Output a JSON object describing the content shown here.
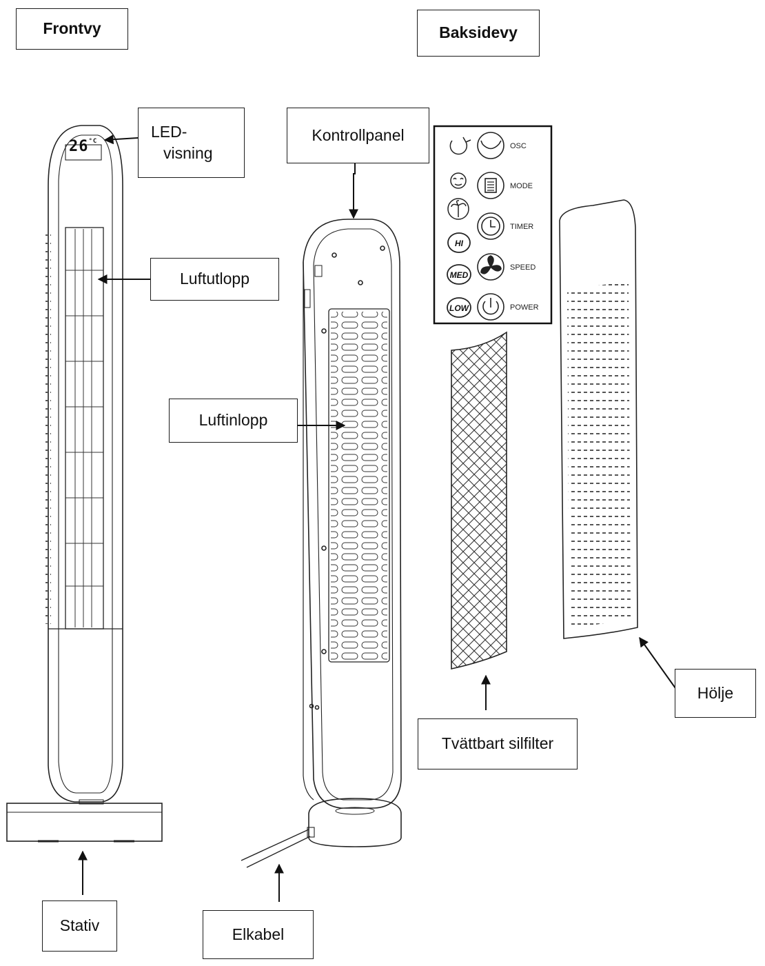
{
  "titles": {
    "front": "Frontvy",
    "back": "Baksidevy"
  },
  "labels": {
    "led_line1": "LED-",
    "led_line2": "visning",
    "air_outlet": "Luftutlopp",
    "control_panel": "Kontrollpanel",
    "air_inlet": "Luftinlopp",
    "filter": "Tvättbart silfilter",
    "housing": "Hölje",
    "stand": "Stativ",
    "power_cable": "Elkabel"
  },
  "display": {
    "temperature": "26",
    "unit": "°C"
  },
  "control_panel": {
    "buttons": [
      {
        "label": "OSC",
        "icon": "oscillate-icon"
      },
      {
        "label": "MODE",
        "icon": "mode-icon"
      },
      {
        "label": "TIMER",
        "icon": "timer-icon"
      },
      {
        "label": "SPEED",
        "icon": "fan-speed-icon"
      },
      {
        "label": "POWER",
        "icon": "power-icon"
      }
    ],
    "indicators": [
      {
        "label": "",
        "icon": "oscillation-indicator-icon"
      },
      {
        "label": "",
        "icon": "sleep-mode-icon"
      },
      {
        "label": "",
        "icon": "natural-wind-icon"
      },
      {
        "label": "HI",
        "icon": "hi-indicator"
      },
      {
        "label": "MED",
        "icon": "med-indicator"
      },
      {
        "label": "LOW",
        "icon": "low-indicator"
      }
    ]
  }
}
